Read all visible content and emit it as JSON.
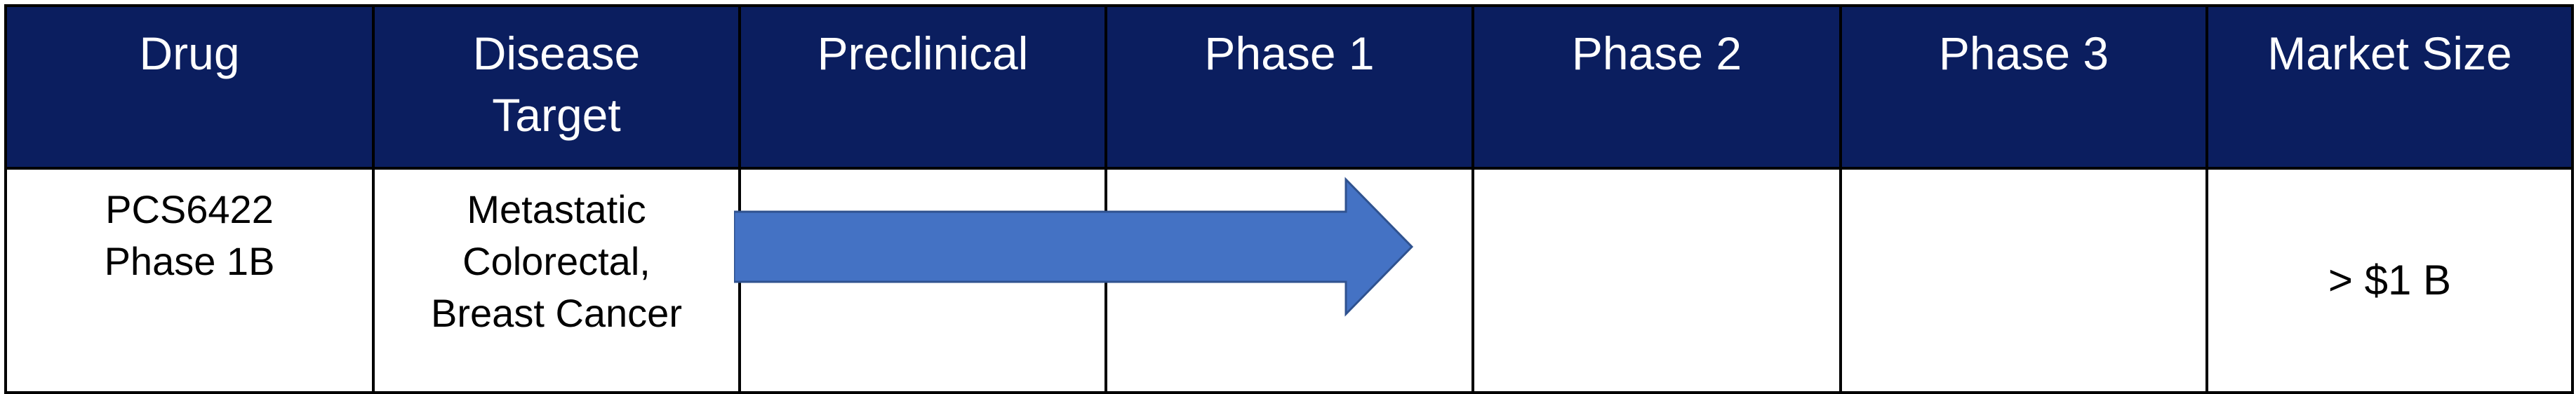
{
  "columns": [
    "Drug",
    "Disease Target",
    "Preclinical",
    "Phase 1",
    "Phase 2",
    "Phase 3",
    "Market Size"
  ],
  "header_lines": {
    "drug": [
      "Drug"
    ],
    "disease_target": [
      "Disease",
      "Target"
    ],
    "preclinical": [
      "Preclinical"
    ],
    "phase1": [
      "Phase 1"
    ],
    "phase2": [
      "Phase 2"
    ],
    "phase3": [
      "Phase 3"
    ],
    "market_size": [
      "Market Size"
    ]
  },
  "row": {
    "drug_lines": [
      "PCS6422",
      "Phase 1B"
    ],
    "disease_lines": [
      "Metastatic",
      "Colorectal,",
      "Breast Cancer"
    ],
    "market_size": "> $1 B",
    "progress": {
      "from": "Preclinical",
      "to": "Phase 1",
      "fraction_of_phase1": 0.84
    }
  },
  "colors": {
    "header_bg": "#0b1e5f",
    "header_text": "#ffffff",
    "grid": "#000000",
    "arrow_fill": "#4472c4",
    "arrow_stroke": "#2f528f"
  }
}
